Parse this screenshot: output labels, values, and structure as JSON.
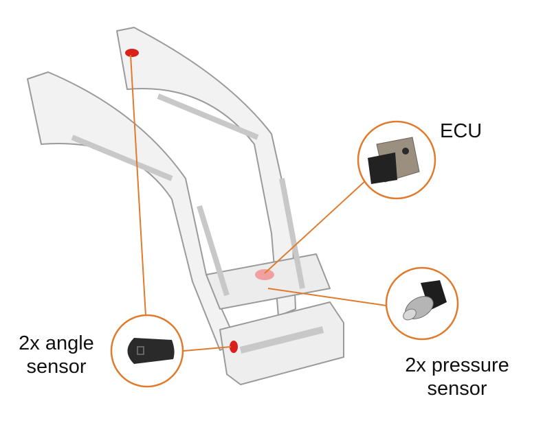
{
  "labels": {
    "ecu": "ECU",
    "angle_sensor_line1": "2x angle",
    "angle_sensor_line2": "sensor",
    "pressure_sensor_line1": "2x pressure",
    "pressure_sensor_line2": "sensor"
  },
  "colors": {
    "callout": "#e07a2c",
    "sensor_highlight": "#d8201c",
    "frame": "#9a9a9a"
  }
}
